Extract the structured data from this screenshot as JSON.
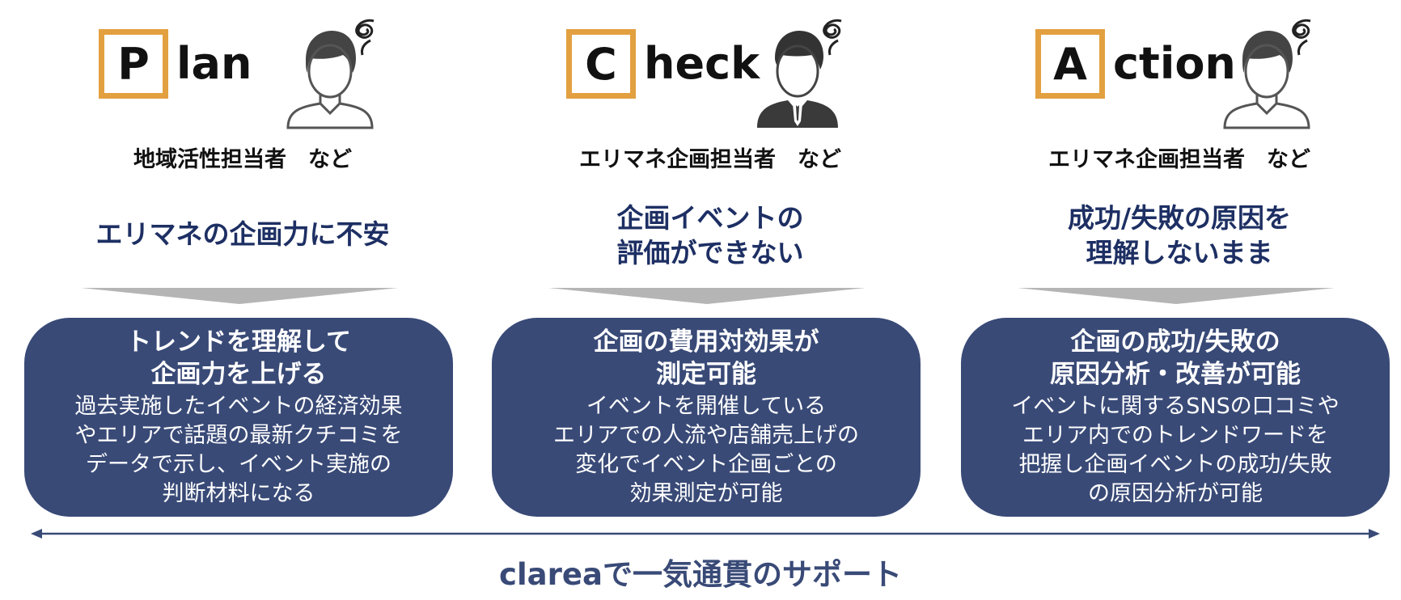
{
  "colors": {
    "accent_orange": "#e3a040",
    "navy": "#394a77",
    "navy_text": "#1d2f63",
    "arrow_gray": "#b5b5b5"
  },
  "columns": [
    {
      "letter": "P",
      "rest": "lan",
      "icon": "person-casual-icon",
      "role": "地域活性担当者　など",
      "problem_lines": [
        "エリマネの企画力に不安"
      ],
      "solution_title_lines": [
        "トレンドを理解して",
        "企画力を上げる"
      ],
      "solution_desc_lines": [
        "過去実施したイベントの経済効果",
        "やエリアで話題の最新クチコミを",
        "データで示し、イベント実施の",
        "判断材料になる"
      ]
    },
    {
      "letter": "C",
      "rest": "heck",
      "icon": "person-suit-icon",
      "role": "エリマネ企画担当者　など",
      "problem_lines": [
        "企画イベントの",
        "評価ができない"
      ],
      "solution_title_lines": [
        "企画の費用対効果が",
        "測定可能"
      ],
      "solution_desc_lines": [
        "イベントを開催している",
        "エリアでの人流や店舗売上げの",
        "変化でイベント企画ごとの",
        "効果測定が可能"
      ]
    },
    {
      "letter": "A",
      "rest": "ction",
      "icon": "person-casual-icon",
      "role": "エリマネ企画担当者　など",
      "problem_lines": [
        "成功/失敗の原因を",
        "理解しないまま"
      ],
      "solution_title_lines": [
        "企画の成功/失敗の",
        "原因分析・改善が可能"
      ],
      "solution_desc_lines": [
        "イベントに関するSNSの口コミや",
        "エリア内でのトレンドワードを",
        "把握し企画イベントの成功/失敗",
        "の原因分析が可能"
      ]
    }
  ],
  "support_caption": "clareaで一気通貫のサポート"
}
